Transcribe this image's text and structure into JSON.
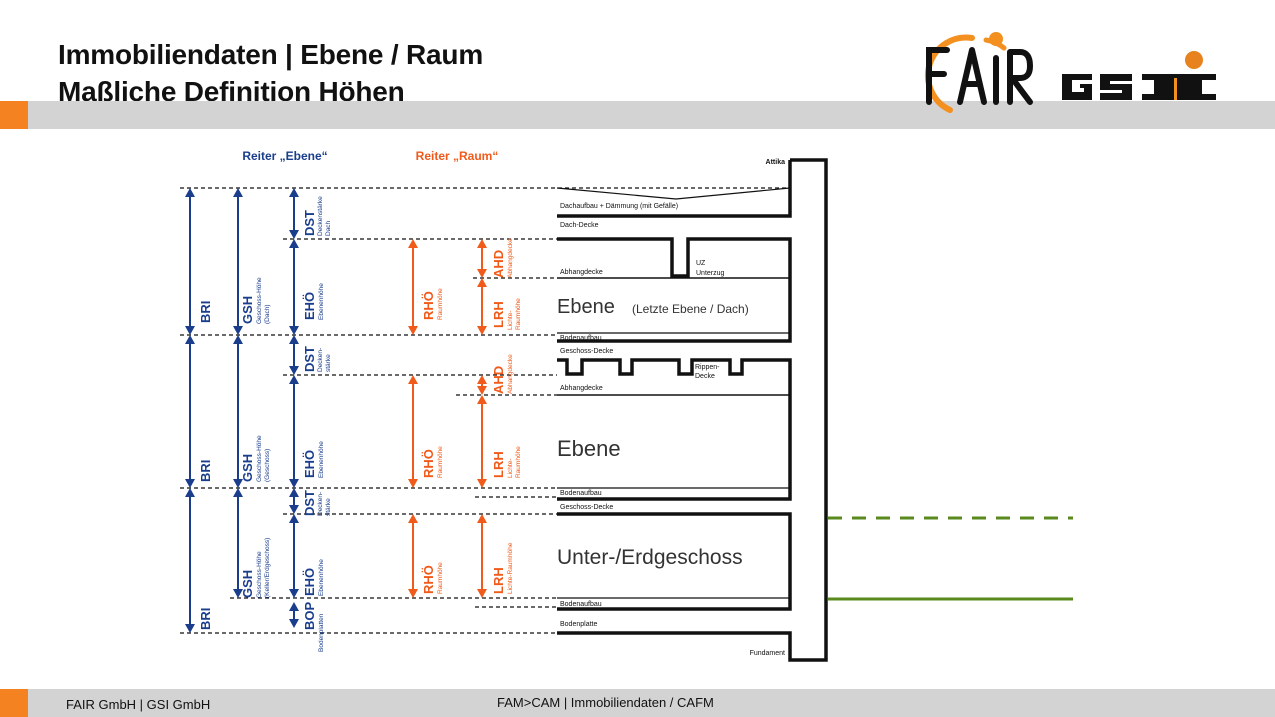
{
  "slide": {
    "title_line1": "Immobiliendaten | Ebene / Raum",
    "title_line2": "Maßliche Definition Höhen",
    "footer_left": "FAIR GmbH | GSI GmbH",
    "footer_center": "FAM>CAM | Immobiliendaten / CAFM",
    "colors": {
      "accent_orange": "#f58220",
      "bar_gray": "#d3d3d3",
      "ebene_blue": "#1a3e8c",
      "raum_orange": "#f05a1a",
      "ground_green": "#5a8a1e"
    }
  },
  "logos": {
    "fair": "FAIR",
    "gsi": "GSI"
  },
  "diagram": {
    "header_ebene": "Reiter „Ebene“",
    "header_raum": "Reiter „Raum“",
    "ebene_dimensions": [
      {
        "code": "BRI",
        "desc": ""
      },
      {
        "code": "GSH",
        "desc1": "Geschoss-Höhe",
        "desc2": "(Dach)"
      },
      {
        "code": "DST",
        "desc1": "Deckenstärke",
        "desc2": "Dach"
      },
      {
        "code": "EHÖ",
        "desc1": "Ebenenhöhe",
        "desc2": ""
      },
      {
        "code": "BRI",
        "desc": ""
      },
      {
        "code": "GSH",
        "desc1": "Geschoss-Höhe",
        "desc2": "(Geschoss)"
      },
      {
        "code": "DST",
        "desc1": "Decken-",
        "desc2": "stärke"
      },
      {
        "code": "EHÖ",
        "desc1": "Ebenenhöhe",
        "desc2": ""
      },
      {
        "code": "BRI",
        "desc": ""
      },
      {
        "code": "GSH",
        "desc1": "Geschoss-Höhe",
        "desc2": "(Keller/Erdgeschoss)"
      },
      {
        "code": "DST",
        "desc1": "Decken-",
        "desc2": "stärke"
      },
      {
        "code": "EHÖ",
        "desc1": "Ebenenhöhe",
        "desc2": ""
      },
      {
        "code": "BOP",
        "desc1": "Bodenplatten",
        "desc2": ""
      }
    ],
    "raum_dimensions": [
      {
        "code": "RHÖ",
        "desc1": "Raumhöhe",
        "desc2": ""
      },
      {
        "code": "AHD",
        "desc1": "Abhangdecke",
        "desc2": ""
      },
      {
        "code": "LRH",
        "desc1": "Lichte-",
        "desc2": "Raumhöhe"
      },
      {
        "code": "RHÖ",
        "desc1": "Raumhöhe",
        "desc2": ""
      },
      {
        "code": "AHD",
        "desc1": "Abhangdecke",
        "desc2": ""
      },
      {
        "code": "LRH",
        "desc1": "Lichte-",
        "desc2": "Raumhöhe"
      },
      {
        "code": "RHÖ",
        "desc1": "Raumhöhe",
        "desc2": ""
      },
      {
        "code": "LRH",
        "desc1": "Lichte-Raumhöhe",
        "desc2": ""
      }
    ],
    "building_labels": {
      "attika": "Attika",
      "dachaufbau": "Dachaufbau + Dämmung (mit Gefälle)",
      "dach_decke": "Dach-Decke",
      "abhangdecke_1": "Abhangdecke",
      "uz": "UZ",
      "unterzug": "Unterzug",
      "ebene_top": "Ebene",
      "ebene_top_sub": "(Letzte Ebene / Dach)",
      "bodenaufbau_1": "Bodenaufbau",
      "geschoss_decke_1": "Geschoss-Decke",
      "rippen": "Rippen-",
      "decke": "Decke",
      "abhangdecke_2": "Abhangdecke",
      "ebene_mid": "Ebene",
      "bodenaufbau_2": "Bodenaufbau",
      "geschoss_decke_2": "Geschoss-Decke",
      "ebene_bottom": "Unter-/Erdgeschoss",
      "bodenaufbau_3": "Bodenaufbau",
      "bodenplatte": "Bodenplatte",
      "fundament": "Fundament"
    }
  }
}
